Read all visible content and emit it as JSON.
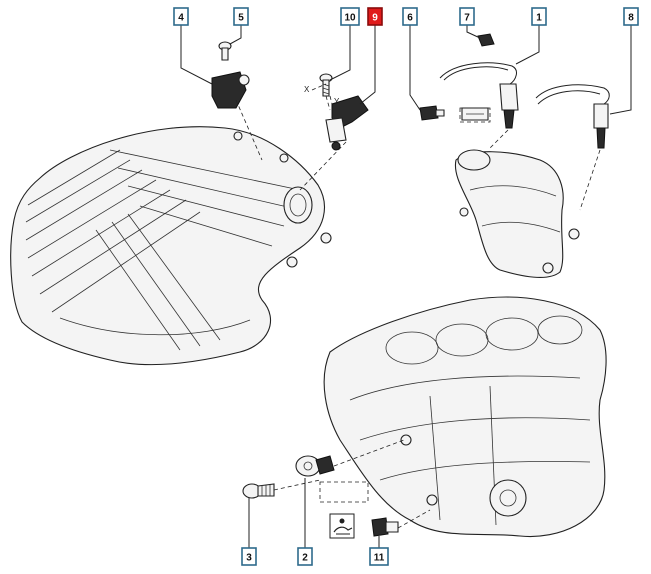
{
  "diagram": {
    "selected_part": "9",
    "callouts": [
      {
        "id": "c4",
        "label": "4"
      },
      {
        "id": "c5",
        "label": "5"
      },
      {
        "id": "c10",
        "label": "10"
      },
      {
        "id": "c9",
        "label": "9"
      },
      {
        "id": "c6",
        "label": "6"
      },
      {
        "id": "c7",
        "label": "7"
      },
      {
        "id": "c1",
        "label": "1"
      },
      {
        "id": "c8",
        "label": "8"
      },
      {
        "id": "c3",
        "label": "3"
      },
      {
        "id": "c2",
        "label": "2"
      },
      {
        "id": "c11",
        "label": "11"
      }
    ],
    "axis_marks": {
      "x": "X",
      "y": "Y"
    },
    "colors": {
      "callout_border": "#2e6a8c",
      "selected_fill": "#e01b1b",
      "line": "#222222"
    }
  }
}
